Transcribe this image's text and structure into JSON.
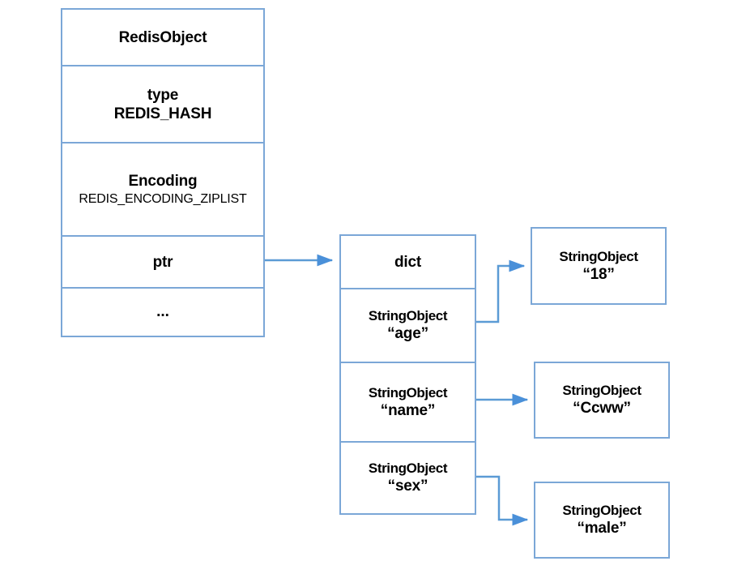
{
  "diagram": {
    "title": "Redis hash object ziplist/dict encoding diagram",
    "accent_color": "#7BA7D7",
    "background_color": "#FFFFFF",
    "text_color": "#000000"
  },
  "redis_object": {
    "header": "RedisObject",
    "rows": [
      {
        "label": "type",
        "value": "REDIS_HASH"
      },
      {
        "label": "Encoding",
        "value": "REDIS_ENCODING_ZIPLIST"
      },
      {
        "label": "ptr",
        "value": ""
      },
      {
        "label": "...",
        "value": ""
      }
    ]
  },
  "dict": {
    "header": "dict",
    "keys": [
      {
        "type": "StringObject",
        "name": "“age”"
      },
      {
        "type": "StringObject",
        "name": "“name”"
      },
      {
        "type": "StringObject",
        "name": "“sex”"
      }
    ]
  },
  "values": [
    {
      "type": "StringObject",
      "name": "“18”"
    },
    {
      "type": "StringObject",
      "name": "“Ccww”"
    },
    {
      "type": "StringObject",
      "name": "“male”"
    }
  ],
  "connectors": [
    {
      "from": "ptr",
      "to": "dict"
    },
    {
      "from": "age",
      "to": "18"
    },
    {
      "from": "name",
      "to": "Ccww"
    },
    {
      "from": "sex",
      "to": "male"
    }
  ]
}
